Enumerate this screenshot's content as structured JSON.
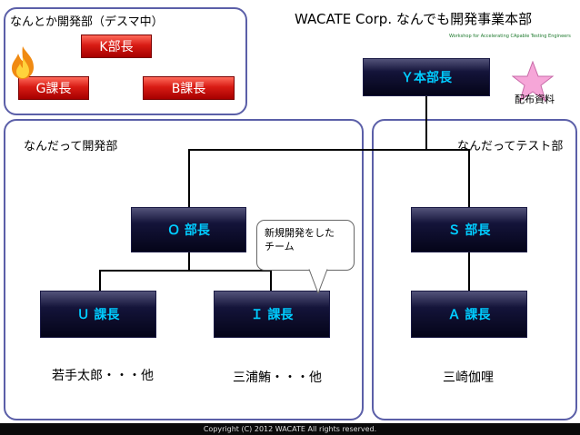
{
  "header": {
    "title": "WACATE Corp.  なんでも開発事業本部",
    "subtitle": "Workshop for Accelerating CApable Testing Engineers"
  },
  "top_left_panel": {
    "label": "なんとか開発部（デスマ中）",
    "k_manager": "K部長",
    "g_chief": "G課長",
    "b_chief": "B課長"
  },
  "y_manager": "Ｙ本部長",
  "badge": "配布資料",
  "dev_panel": {
    "label": "なんだって開発部",
    "o_manager": "Ｏ 部長",
    "u_chief": "Ｕ 課長",
    "i_chief": "Ｉ 課長",
    "u_members": "若手太郎・・・他",
    "i_members": "三浦鮪・・・他"
  },
  "callout": {
    "line1": "新規開発をした",
    "line2": "チーム"
  },
  "test_panel": {
    "label": "なんだってテスト部",
    "s_manager": "Ｓ 部長",
    "a_chief": "Ａ 課長",
    "a_members": "三崎伽哩"
  },
  "footer": "Copyright (C) 2012 WACATE All rights reserved.",
  "colors": {
    "panel_border": "#5b5fa8",
    "dark_box_text": "#00ccff",
    "red_box": "#d81b14",
    "subtitle_green": "#1f7a2e",
    "star_pink": "#f6a6d8"
  },
  "icons": {
    "fire": "fire-icon",
    "star": "star-icon"
  }
}
